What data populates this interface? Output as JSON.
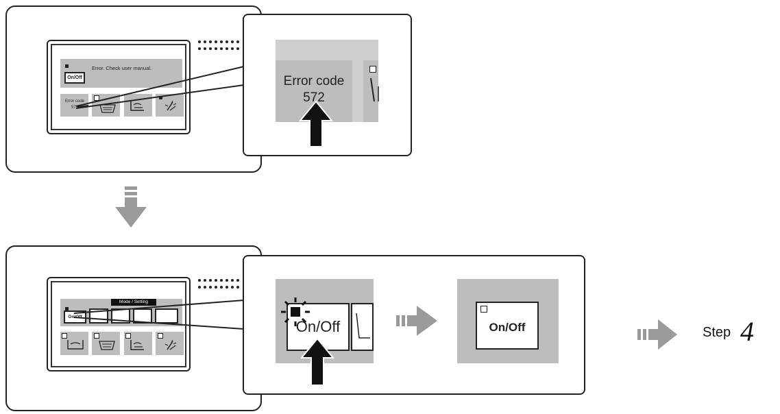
{
  "panel1": {
    "message": "Error. Check user manual.",
    "onoff_label": "On/Off",
    "error_small_label": "Error code",
    "error_small_code": "572"
  },
  "zoom1": {
    "error_label": "Error code",
    "error_code": "572"
  },
  "panel2": {
    "mode_setting_label": "Mode / Setting",
    "onoff_label": "On/Off"
  },
  "zoom2": {
    "onoff_pressed_label": "On/Off",
    "onoff_result_label": "On/Off"
  },
  "next": {
    "step_label": "Step",
    "step_number": "4"
  },
  "colors": {
    "screen_gray": "#bdbdbd",
    "arrow_gray": "#9a9a9a",
    "arrow_black": "#111111"
  }
}
